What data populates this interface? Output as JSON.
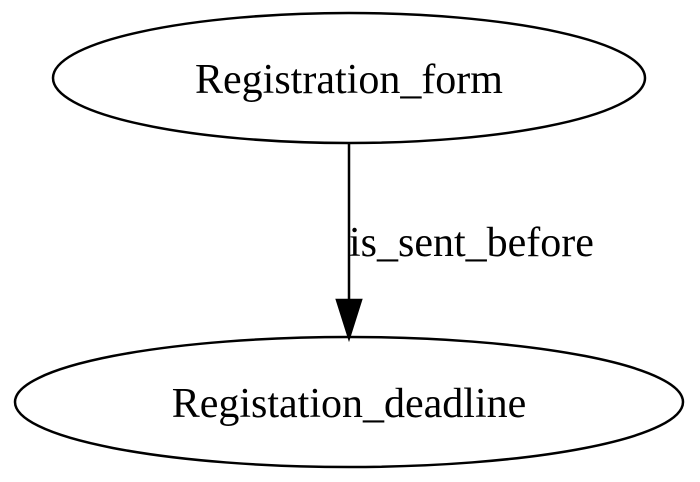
{
  "nodes": {
    "source": {
      "label": "Registration_form"
    },
    "target": {
      "label": "Registation_deadline"
    }
  },
  "edges": [
    {
      "from": "source",
      "to": "target",
      "label": "is_sent_before"
    }
  ],
  "colors": {
    "stroke": "#000000",
    "text": "#000000",
    "background": "#ffffff"
  }
}
